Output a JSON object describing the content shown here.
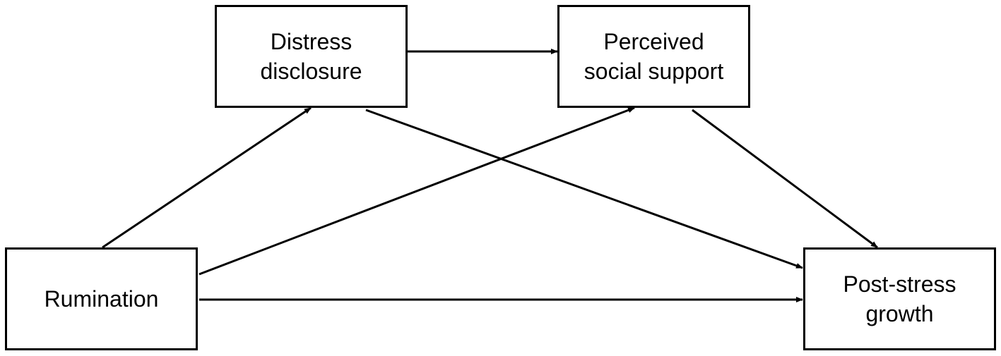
{
  "nodes": {
    "distress": {
      "line1": "Distress",
      "line2": "disclosure"
    },
    "perceived": {
      "line1": "Perceived",
      "line2": "social support"
    },
    "rumination": {
      "line1": "Rumination"
    },
    "growth": {
      "line1": "Post-stress",
      "line2": "growth"
    }
  },
  "edges": [
    {
      "from": "Rumination",
      "to": "Distress disclosure"
    },
    {
      "from": "Rumination",
      "to": "Perceived social support"
    },
    {
      "from": "Rumination",
      "to": "Post-stress growth"
    },
    {
      "from": "Distress disclosure",
      "to": "Perceived social support"
    },
    {
      "from": "Distress disclosure",
      "to": "Post-stress growth"
    },
    {
      "from": "Perceived social support",
      "to": "Post-stress growth"
    }
  ],
  "colors": {
    "stroke": "#000000",
    "background": "#ffffff"
  }
}
